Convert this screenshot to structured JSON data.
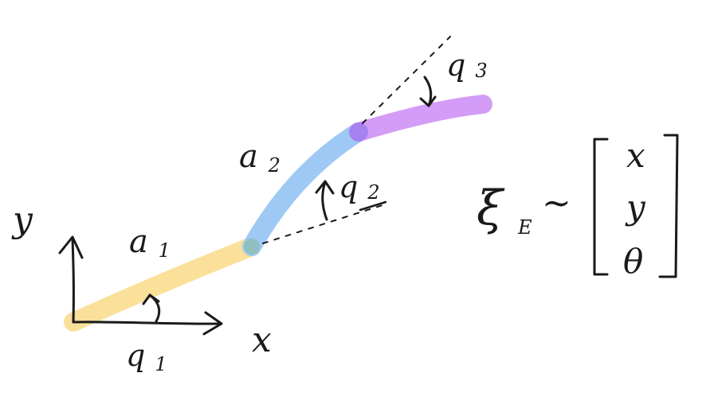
{
  "labels": {
    "axis_x": "x",
    "axis_y": "y",
    "link1": "a",
    "link1_sub": "1",
    "link2": "a",
    "link2_sub": "2",
    "joint1": "q",
    "joint1_sub": "1",
    "joint2": "q",
    "joint2_sub": "2",
    "joint3": "q",
    "joint3_sub": "3",
    "pose_symbol": "ξ",
    "pose_sub": "E",
    "approx": "~",
    "vector_entries": [
      "x",
      "y",
      "θ"
    ]
  },
  "colors": {
    "link1": "#fbe09a",
    "link2": "#9ec9f5",
    "link3": "#d39cf6",
    "joint1": "#fbe09a",
    "joint2": "#8fc0bf",
    "joint3": "#a682f0",
    "ink": "#1a1a1a"
  }
}
